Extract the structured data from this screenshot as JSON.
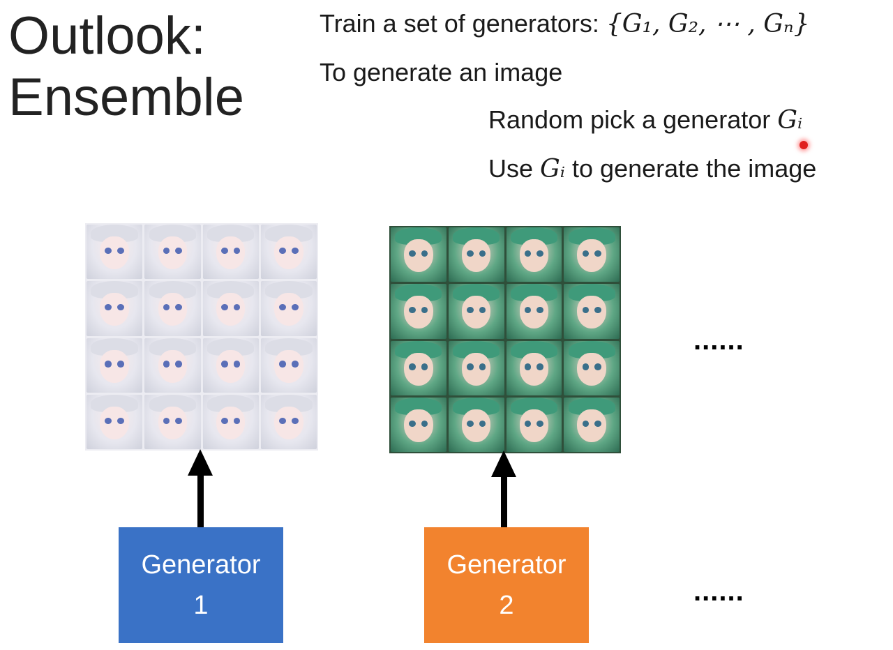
{
  "title": {
    "line1": "Outlook:",
    "line2": "Ensemble"
  },
  "bullets": {
    "b1_prefix": "Train a set of generators: ",
    "b1_math": "{G₁, G₂, ⋯ , Gₙ}",
    "b2": "To generate an image",
    "b3_prefix": "Random pick a generator ",
    "b3_math": "Gᵢ",
    "b4_prefix": "Use ",
    "b4_math": "Gᵢ",
    "b4_suffix": " to generate the image"
  },
  "generators": [
    {
      "line1": "Generator",
      "line2": "1",
      "color": "#3a72c6"
    },
    {
      "line1": "Generator",
      "line2": "2",
      "color": "#f2832e"
    }
  ],
  "ellipsis": {
    "top": "......",
    "bottom": "......"
  },
  "images": [
    {
      "name": "white-haired-anime-faces-grid",
      "rows": 4,
      "cols": 4
    },
    {
      "name": "green-haired-anime-faces-grid",
      "rows": 4,
      "cols": 4
    }
  ]
}
